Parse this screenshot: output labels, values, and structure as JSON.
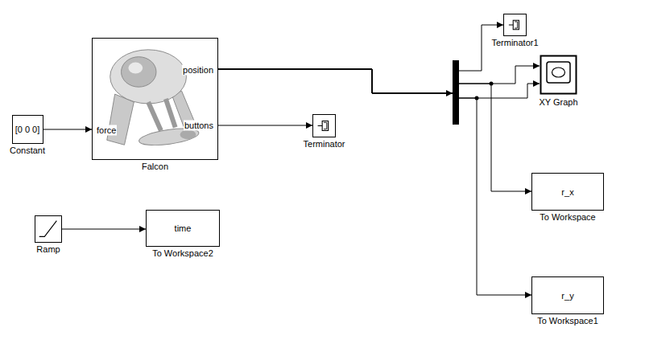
{
  "diagram": {
    "nodes": [
      {
        "text": [
          "[0 0 0]",
          "Constant"
        ]
      },
      {
        "text": [
          "force",
          "position",
          "buttons",
          "Falcon"
        ]
      },
      {
        "text": [
          "Terminator"
        ]
      },
      {
        "text": [
          "Terminator1"
        ]
      },
      {
        "text": [
          "XY Graph"
        ]
      },
      {
        "text": [
          "r_x",
          "To Workspace"
        ]
      },
      {
        "text": [
          "r_y",
          "To Workspace1"
        ]
      },
      {
        "text": [
          "Ramp"
        ]
      },
      {
        "text": [
          "time",
          "To Workspace2"
        ]
      }
    ],
    "edges": [
      {
        "from": 0,
        "to": 1,
        "arrow": "to"
      },
      {
        "from": 1,
        "to": 2,
        "arrow": "to"
      },
      {
        "from": 1,
        "to": 3,
        "arrow": "to"
      },
      {
        "from": 1,
        "to": 4,
        "arrow": "to"
      },
      {
        "from": 1,
        "to": 4,
        "arrow": "to"
      },
      {
        "from": 1,
        "to": 5,
        "arrow": "to"
      },
      {
        "from": 1,
        "to": 6,
        "arrow": "to"
      },
      {
        "from": 7,
        "to": 8,
        "arrow": "to"
      }
    ]
  }
}
